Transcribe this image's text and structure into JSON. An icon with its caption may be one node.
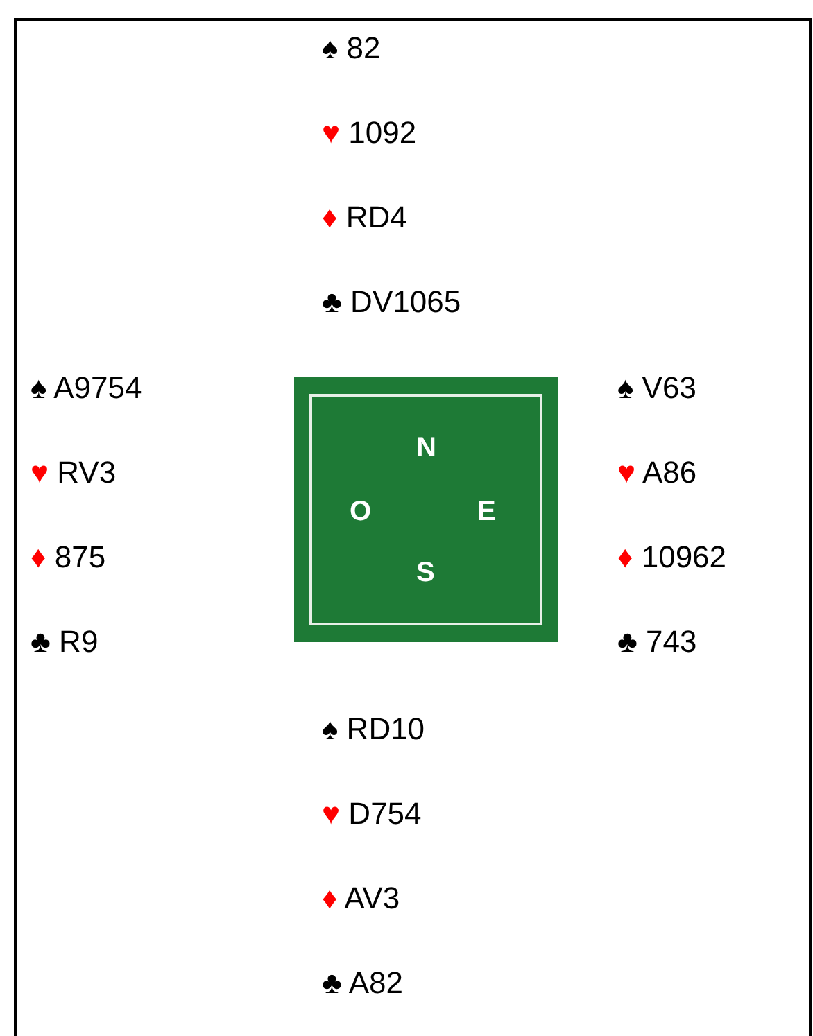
{
  "diagram": {
    "nodes": [
      {
        "text": [
          "N",
          "O",
          "E",
          "S"
        ]
      }
    ],
    "labels": [
      "♠ 82",
      "♥ 1092",
      "♦ RD4",
      "♣ DV1065",
      "♠ A9754",
      "♠ V63",
      "♥ RV3",
      "♥ A86",
      "♦ 875",
      "♦ 10962",
      "♣ R9",
      "♣ 743",
      "♠ RD10",
      "♥ D754",
      "♦ AV3",
      "♣ A82"
    ]
  }
}
